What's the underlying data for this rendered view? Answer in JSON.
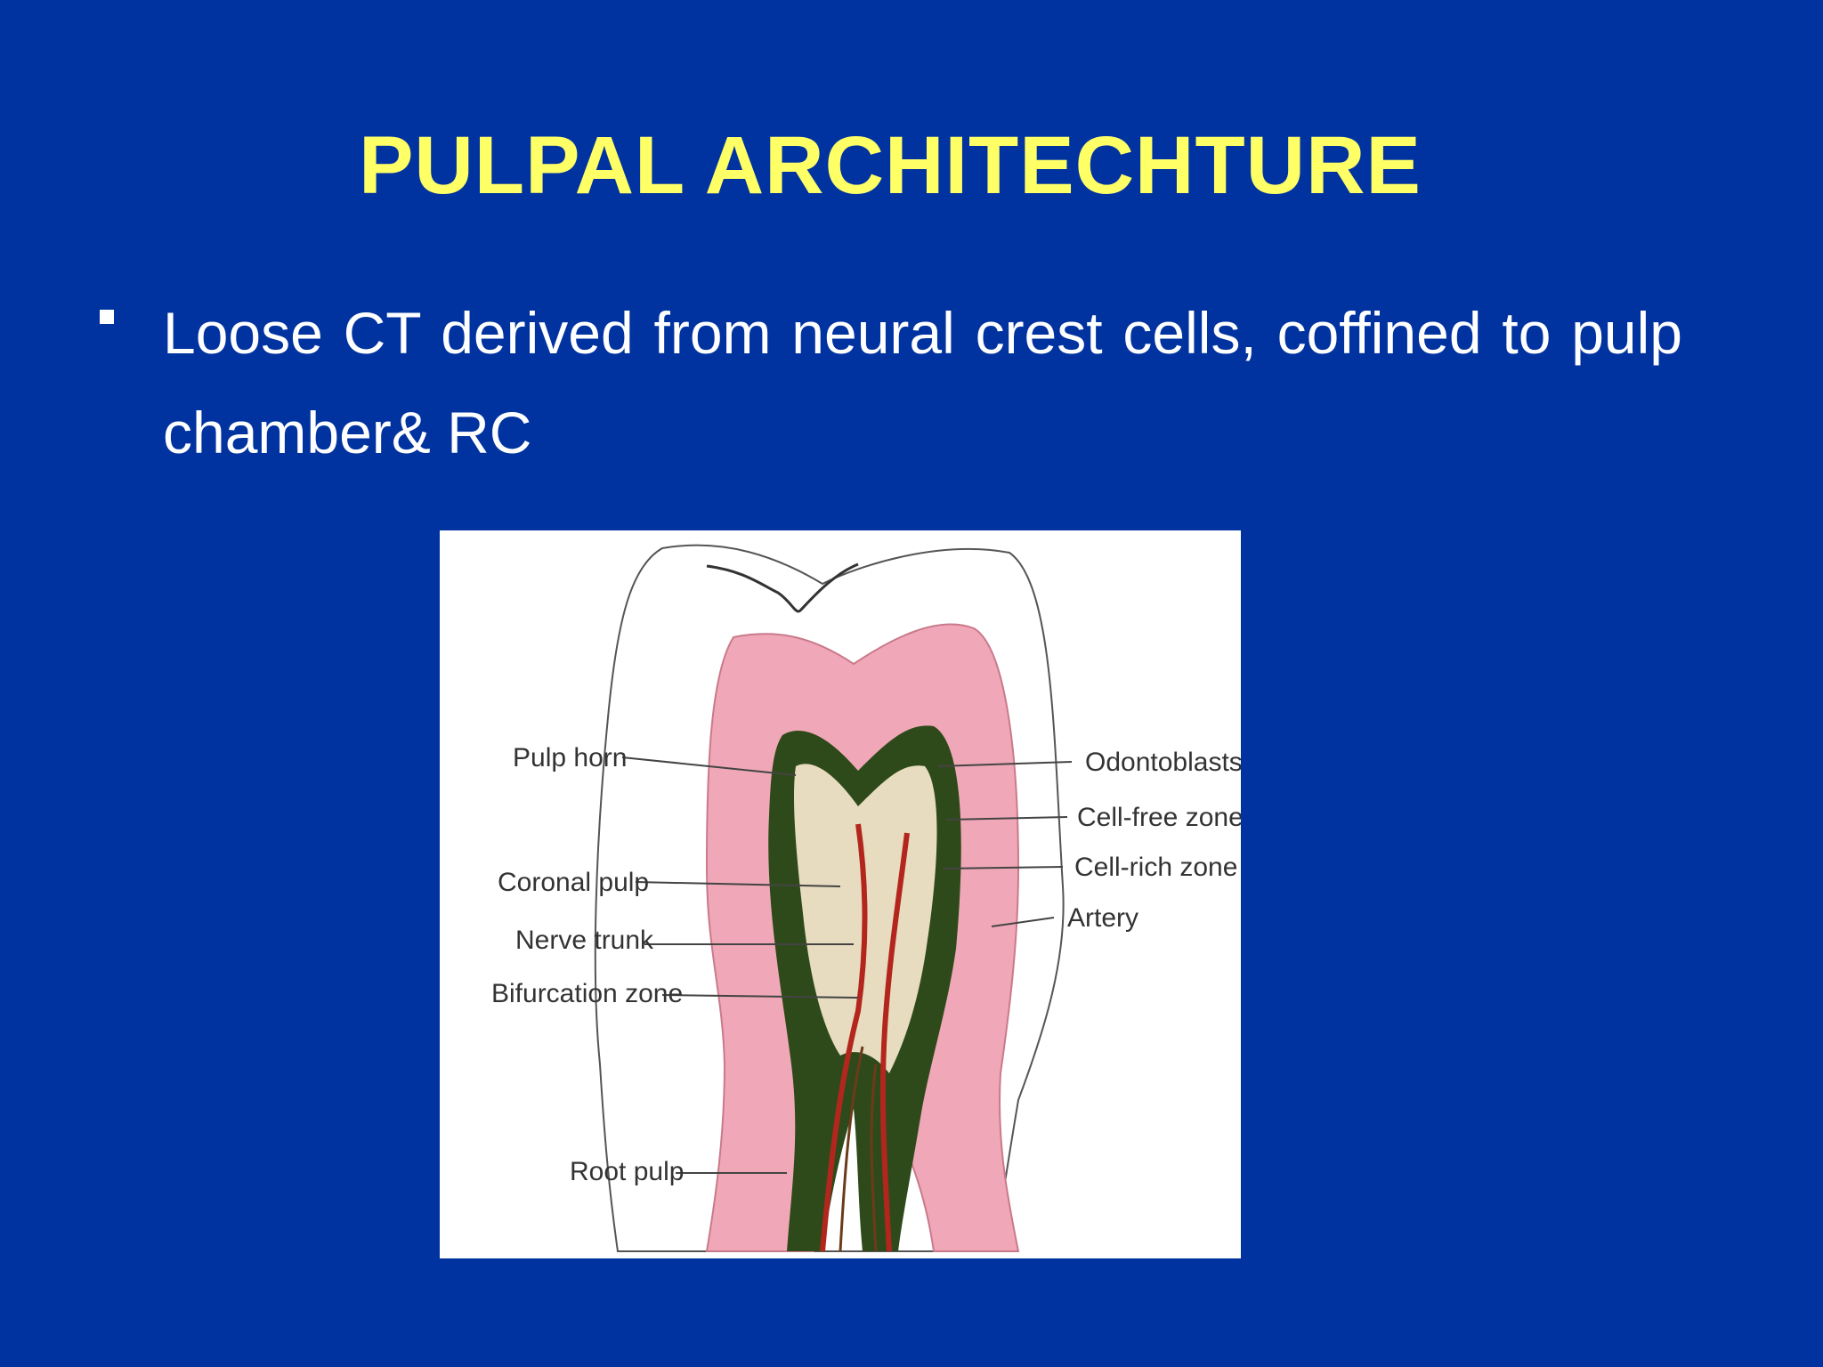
{
  "slide": {
    "title": "PULPAL ARCHITECHTURE",
    "bullets": [
      "Loose CT derived from neural crest cells, coffined to pulp chamber& RC"
    ]
  },
  "figure": {
    "labels": {
      "pulp_horn": "Pulp horn",
      "coronal_pulp": "Coronal pulp",
      "nerve_trunk": "Nerve trunk",
      "bifurcation_zone": "Bifurcation zone",
      "root_pulp": "Root pulp",
      "odontoblasts": "Odontoblasts",
      "cell_free_zone": "Cell-free zone",
      "cell_rich_zone": "Cell-rich zone",
      "artery": "Artery"
    }
  },
  "colors": {
    "background": "#0033a0",
    "title": "#ffff66",
    "text": "#ffffff",
    "dentin": "#f0a8b8",
    "pulp": "#e8dcc0",
    "odontoblast_layer": "#2f4a1a",
    "vessels": "#b3261e"
  }
}
